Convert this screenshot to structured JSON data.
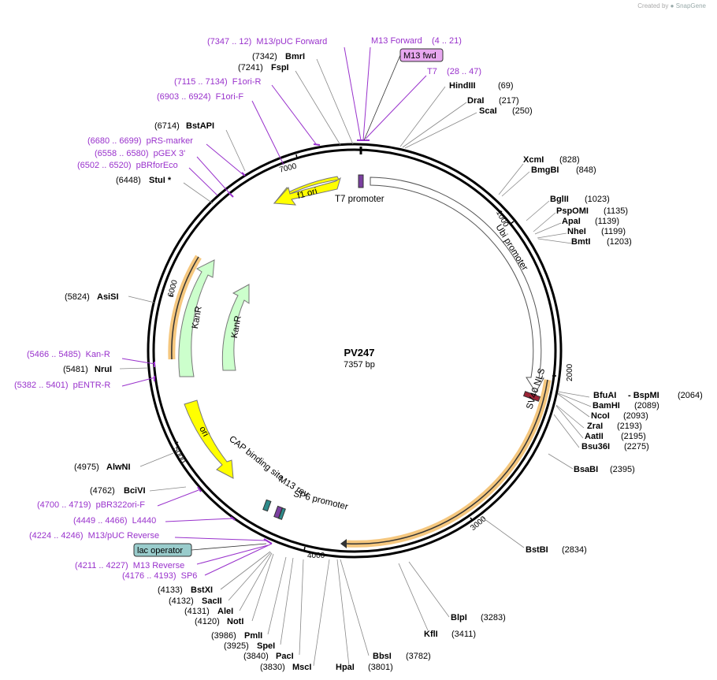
{
  "credit": {
    "text": "Created by",
    "brand": "SnapGene"
  },
  "plasmid": {
    "name": "PV247",
    "size": "7357 bp"
  },
  "ticks": [
    "1000",
    "2000",
    "3000",
    "4000",
    "5000",
    "6000",
    "7000"
  ],
  "features": {
    "f1_ori": "f1 ori",
    "t7_promoter": "T7 promoter",
    "ubi_promoter": "Ubi promoter",
    "kanr_1": "KanR",
    "kanr_2": "KanR",
    "ori": "ori",
    "cap": "CAP binding site",
    "m13rev": "M13 rev",
    "sp6": "SP6 promoter",
    "sv40": "SV40 NLS"
  },
  "boxes": {
    "m13fwd": "M13 fwd",
    "lac": "lac operator"
  },
  "enzymes": [
    {
      "n": "BmrI",
      "p": "(7342)"
    },
    {
      "n": "FspI",
      "p": "(7241)"
    },
    {
      "n": "HindIII",
      "p": "(69)"
    },
    {
      "n": "DraI",
      "p": "(217)"
    },
    {
      "n": "ScaI",
      "p": "(250)"
    },
    {
      "n": "BstAPI",
      "p": "(6714)"
    },
    {
      "n": "XcmI",
      "p": "(828)"
    },
    {
      "n": "BmgBI",
      "p": "(848)"
    },
    {
      "n": "StuI *",
      "p": "(6448)"
    },
    {
      "n": "BglII",
      "p": "(1023)"
    },
    {
      "n": "PspOMI",
      "p": "(1135)"
    },
    {
      "n": "ApaI",
      "p": "(1139)"
    },
    {
      "n": "NheI",
      "p": "(1199)"
    },
    {
      "n": "BmtI",
      "p": "(1203)"
    },
    {
      "n": "AsiSI",
      "p": "(5824)"
    },
    {
      "n": "NruI",
      "p": "(5481)"
    },
    {
      "n": "BfuAI",
      "p": "- BspMI"
    },
    {
      "n": "BamHI",
      "p": "(2089)"
    },
    {
      "n": "NcoI",
      "p": "(2093)"
    },
    {
      "n": "ZraI",
      "p": "(2193)"
    },
    {
      "n": "AatII",
      "p": "(2195)"
    },
    {
      "n": "Bsu36I",
      "p": "(2275)"
    },
    {
      "n": "AlwNI",
      "p": "(4975)"
    },
    {
      "n": "BsaBI",
      "p": "(2395)"
    },
    {
      "n": "BciVI",
      "p": "(4762)"
    },
    {
      "n": "BstBI",
      "p": "(2834)"
    },
    {
      "n": "BstXI",
      "p": "(4133)"
    },
    {
      "n": "SacII",
      "p": "(4132)"
    },
    {
      "n": "AleI",
      "p": "(4131)"
    },
    {
      "n": "NotI",
      "p": "(4120)"
    },
    {
      "n": "BlpI",
      "p": "(3283)"
    },
    {
      "n": "KflI",
      "p": "(3411)"
    },
    {
      "n": "PmlI",
      "p": "(3986)"
    },
    {
      "n": "SpeI",
      "p": "(3925)"
    },
    {
      "n": "PacI",
      "p": "(3840)"
    },
    {
      "n": "BbsI",
      "p": "(3782)"
    },
    {
      "n": "MscI",
      "p": "(3830)"
    },
    {
      "n": "HpaI",
      "p": "(3801)"
    }
  ],
  "bfuai_pos": "(2064)",
  "primers": [
    "(7347 .. 12)  M13/pUC Forward",
    "M13 Forward    (4 .. 21)",
    "T7    (28 .. 47)",
    "(7115 .. 7134)  F1ori-R",
    "(6903 .. 6924)  F1ori-F",
    "(6680 .. 6699)  pRS-marker",
    "(6558 .. 6580)  pGEX 3'",
    "(6502 .. 6520)  pBRforEco",
    "(5466 .. 5485)  Kan-R",
    "(5382 .. 5401)  pENTR-R",
    "(4700 .. 4719)  pBR322ori-F",
    "(4449 .. 4466)  L4440",
    "(4224 .. 4246)  M13/pUC Reverse",
    "(4211 .. 4227)  M13 Reverse",
    "(4176 .. 4193)  SP6"
  ],
  "colors": {
    "backbone": "#000000",
    "f1_ori": "#ffff00",
    "ori": "#ffff00",
    "kanr": "#ccffcc",
    "ubi": "#ffffff",
    "orange_highlight": "#f5c77e",
    "primer": "#9932cc",
    "m13fwd_box": "#e8a8f0",
    "lac_box": "#99cccc"
  }
}
